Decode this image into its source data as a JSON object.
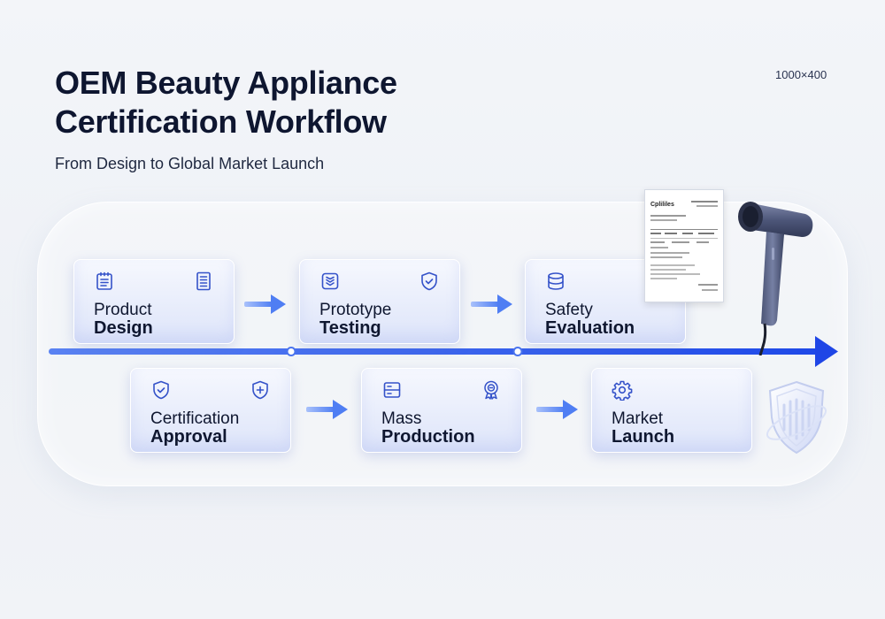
{
  "header": {
    "title": "OEM Beauty Appliance Certification Workflow",
    "subtitle": "From Design to Global Market Launch",
    "dimensions_label": "1000×400"
  },
  "steps": [
    {
      "line1": "Product",
      "line2": "Design",
      "icon_left": "clipboard-icon",
      "icon_right": "document-icon"
    },
    {
      "line1": "Prototype",
      "line2": "Testing",
      "icon_left": "layers-check-icon",
      "icon_right": "shield-check-icon"
    },
    {
      "line1": "Safety",
      "line2": "Evaluation",
      "icon_left": "database-icon",
      "icon_right": ""
    },
    {
      "line1": "Certification",
      "line2": "Approval",
      "icon_left": "shield-check-icon",
      "icon_right": "shield-plus-icon"
    },
    {
      "line1": "Mass",
      "line2": "Production",
      "icon_left": "server-rack-icon",
      "icon_right": "award-badge-icon"
    },
    {
      "line1": "Market",
      "line2": "Launch",
      "icon_left": "gear-icon",
      "icon_right": ""
    }
  ],
  "document": {
    "heading": "Cplililes"
  },
  "colors": {
    "accent_blue": "#2f5cf0",
    "arrow_blue": "#5b86f4",
    "icon_blue": "#3452c9",
    "title_navy": "#0e1630"
  }
}
